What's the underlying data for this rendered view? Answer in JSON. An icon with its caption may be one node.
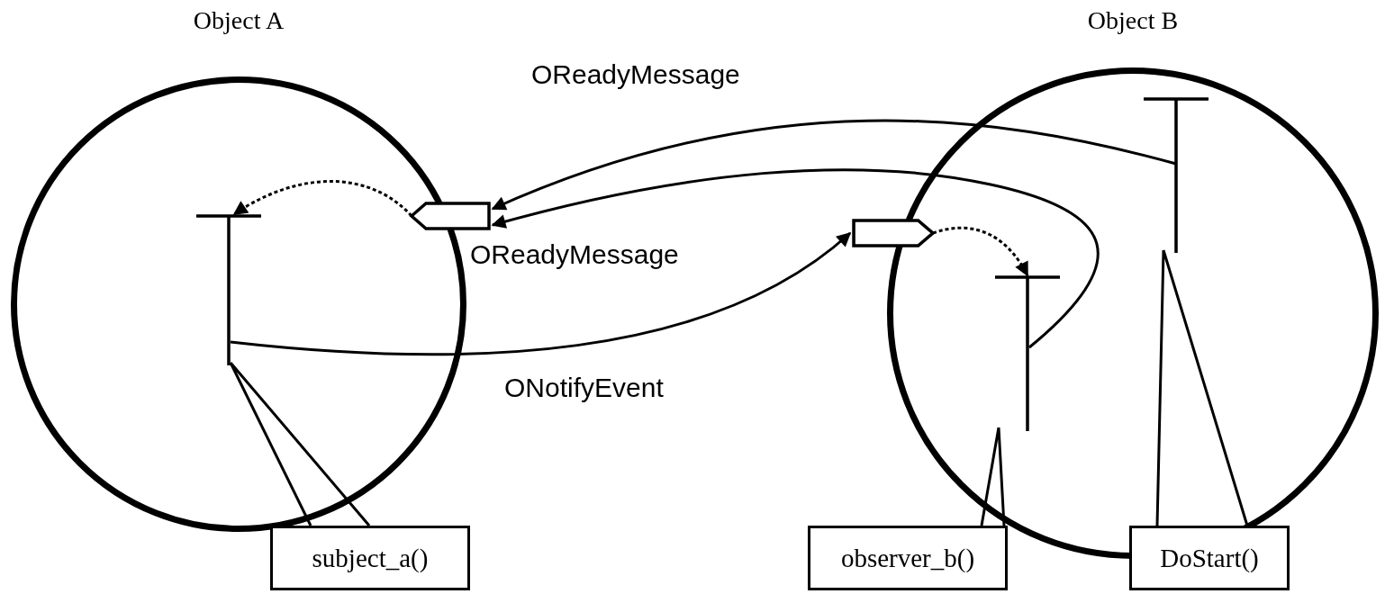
{
  "diagram": {
    "nodes": [
      {
        "text": [
          "Object A"
        ]
      },
      {
        "text": [
          "Object B"
        ]
      },
      {
        "text": [],
        "shape": "bar",
        "in": 0
      },
      {
        "text": [],
        "shape": "box"
      },
      {
        "text": [],
        "shape": "box"
      },
      {
        "text": [],
        "shape": "bar",
        "in": 1
      },
      {
        "text": [],
        "shape": "bar",
        "in": 1
      },
      {
        "text": [
          "subject_a()"
        ]
      },
      {
        "text": [
          "observer_b()"
        ]
      },
      {
        "text": [
          "DoStart()"
        ]
      }
    ],
    "edges": [
      {
        "from": 6,
        "to": 3,
        "arrow": "to",
        "label": "OReadyMessage"
      },
      {
        "from": 5,
        "to": 3,
        "arrow": "to",
        "label": "OReadyMessage"
      },
      {
        "from": 2,
        "to": 4,
        "arrow": "to",
        "label": "ONotifyEvent"
      },
      {
        "from": 3,
        "to": 2,
        "arrow": "to",
        "style": "dashed"
      },
      {
        "from": 4,
        "to": 5,
        "arrow": "to",
        "style": "dashed"
      },
      {
        "from": 7,
        "to": 2,
        "arrow": "none"
      },
      {
        "from": 8,
        "to": 5,
        "arrow": "none"
      },
      {
        "from": 9,
        "to": 6,
        "arrow": "none"
      }
    ]
  }
}
